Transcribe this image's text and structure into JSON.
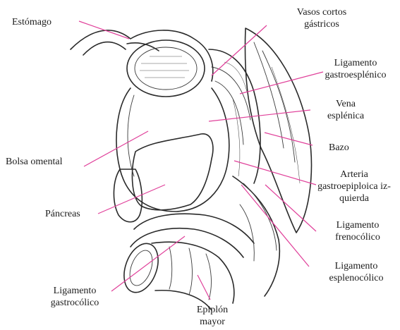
{
  "labels": {
    "estomago": "Estómago",
    "vasos_1": "Vasos cortos",
    "vasos_2": "gástricos",
    "lig_gastro_1": "Ligamento",
    "lig_gastro_2": "gastroesplénico",
    "vena_1": "Vena",
    "vena_2": "esplénica",
    "bazo": "Bazo",
    "bolsa": "Bolsa omental",
    "arteria_1": "Arteria",
    "arteria_2": "gastroepiploica iz-",
    "arteria_3": "quierda",
    "pancreas": "Páncreas",
    "lig_freno_1": "Ligamento",
    "lig_freno_2": "frenocólico",
    "lig_espleno_1": "Ligamento",
    "lig_espleno_2": "esplenocólico",
    "lig_gastroc_1": "Ligamento",
    "lig_gastroc_2": "gastrocólico",
    "epiplon_1": "Epiplón",
    "epiplon_2": "mayor"
  },
  "colors": {
    "leader": "#e0409a",
    "ink": "#2a2a2a"
  }
}
